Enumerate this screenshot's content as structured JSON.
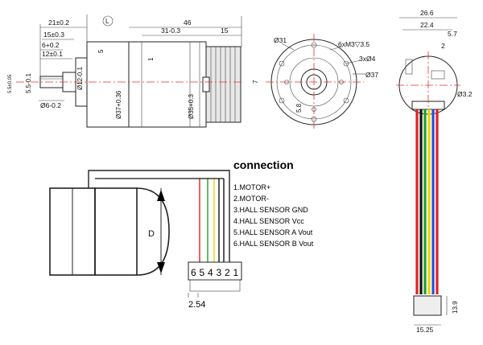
{
  "side_view": {
    "dims": {
      "d21": "21±0.2",
      "d15": "15±0.3",
      "d6": "6+0.2",
      "d12": "12±0.1",
      "d46": "46",
      "d31": "31-0.3",
      "d15b": "15",
      "d5": "5",
      "d1": "1",
      "d55": "5.5-0.1",
      "dphi6": "Ø6-0.2",
      "dphi12": "Ø12-0.1",
      "dphi37": "Ø37+0.36",
      "dphi35": "Ø35+0.3",
      "small": "5.5±0.05",
      "marker": "L"
    }
  },
  "front_view": {
    "dims": {
      "phi31": "Ø31",
      "holes6": "6xM3▽3.5",
      "holes3": "3xØ4",
      "phi37": "Ø37",
      "d7": "7",
      "d58": "5.8"
    }
  },
  "right_view": {
    "dims": {
      "d266": "26.6",
      "d224": "22.4",
      "d57": "5.7",
      "d2": "2",
      "r32": "Ø3.2",
      "d139": "13.9",
      "d1525": "15.25"
    },
    "wire_colors": [
      "#e02020",
      "#111111",
      "#18a030",
      "#f0d000",
      "#2050e0",
      "#e02020"
    ]
  },
  "connection": {
    "title": "connection",
    "legend": [
      "1.MOTOR+",
      "2.MOTOR-",
      "3.HALL SENSOR GND",
      "4.HALL SENSOR Vcc",
      "5.HALL SENSOR A Vout",
      "6.HALL SENSOR B Vout"
    ],
    "pins": [
      "6",
      "5",
      "4",
      "3",
      "2",
      "1"
    ],
    "pitch": "2.54",
    "diameter_label": "D"
  }
}
